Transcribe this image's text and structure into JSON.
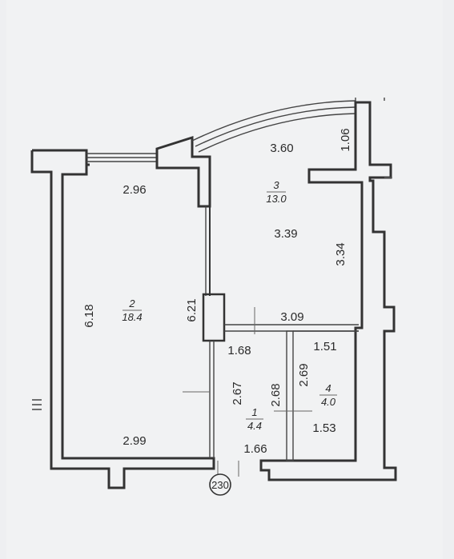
{
  "plan": {
    "axis_marker": "230",
    "rooms": [
      {
        "number": "1",
        "area": "4.4"
      },
      {
        "number": "2",
        "area": "18.4"
      },
      {
        "number": "3",
        "area": "13.0"
      },
      {
        "number": "4",
        "area": "4.0"
      }
    ],
    "dimensions": {
      "living_top": "2.96",
      "living_bottom": "2.99",
      "living_left": "6.18",
      "living_right": "6.21",
      "kitchen_top": "3.60",
      "kitchen_mid": "3.39",
      "kitchen_right": "3.34",
      "balcony_depth": "1.06",
      "kitchen_bottom": "3.09",
      "hall_top": "1.68",
      "hall_left": "2.67",
      "hall_right": "2.68",
      "hall_bottom": "1.66",
      "bath_top": "1.51",
      "bath_left": "2.69",
      "bath_bottom": "1.53"
    }
  }
}
